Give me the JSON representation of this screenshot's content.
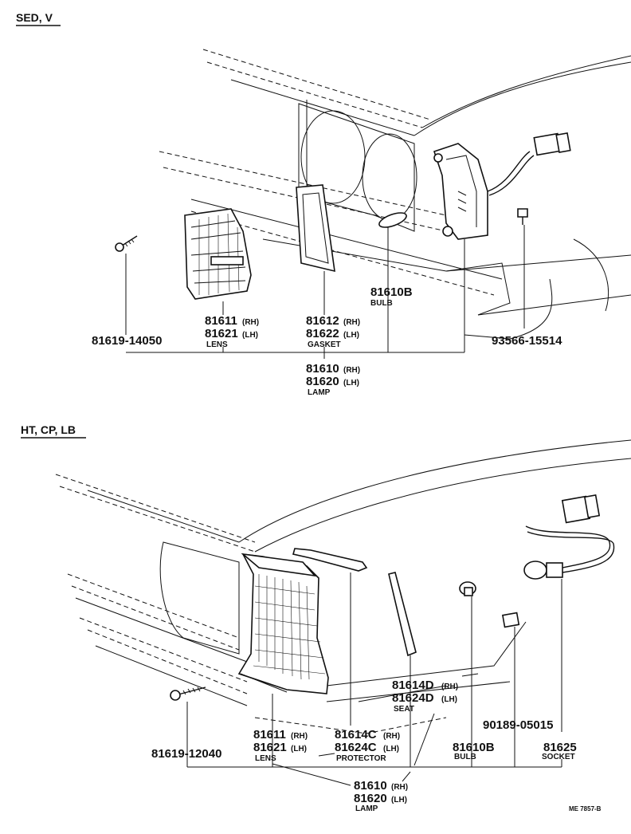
{
  "sections": [
    {
      "title": "SED, V"
    },
    {
      "title": "HT, CP, LB"
    }
  ],
  "sed": {
    "screw": {
      "part_no": "81619-14050"
    },
    "lens": {
      "rh": "81611",
      "lh": "81621",
      "rh_tag": "(RH)",
      "lh_tag": "(LH)",
      "name": "LENS"
    },
    "gasket": {
      "rh": "81612",
      "lh": "81622",
      "rh_tag": "(RH)",
      "lh_tag": "(LH)",
      "name": "GASKET"
    },
    "bulb": {
      "part_no": "81610B",
      "name": "BULB"
    },
    "clip": {
      "part_no": "93566-15514"
    },
    "lamp": {
      "rh": "81610",
      "lh": "81620",
      "rh_tag": "(RH)",
      "lh_tag": "(LH)",
      "name": "LAMP"
    }
  },
  "ht": {
    "screw": {
      "part_no": "81619-12040"
    },
    "lens": {
      "rh": "81611",
      "lh": "81621",
      "rh_tag": "(RH)",
      "lh_tag": "(LH)",
      "name": "LENS"
    },
    "protector": {
      "rh": "81614C",
      "lh": "81624C",
      "rh_tag": "(RH)",
      "lh_tag": "(LH)",
      "name": "PROTECTOR"
    },
    "seat": {
      "rh": "81614D",
      "lh": "81624D",
      "rh_tag": "(RH)",
      "lh_tag": "(LH)",
      "name": "SEAT"
    },
    "nut": {
      "part_no": "90189-05015"
    },
    "bulb": {
      "part_no": "81610B",
      "name": "BULB"
    },
    "socket": {
      "part_no": "81625",
      "name": "SOCKET"
    },
    "lamp": {
      "rh": "81610",
      "lh": "81620",
      "rh_tag": "(RH)",
      "lh_tag": "(LH)",
      "name": "LAMP"
    }
  },
  "footer": {
    "code": "ME 7857-B"
  }
}
